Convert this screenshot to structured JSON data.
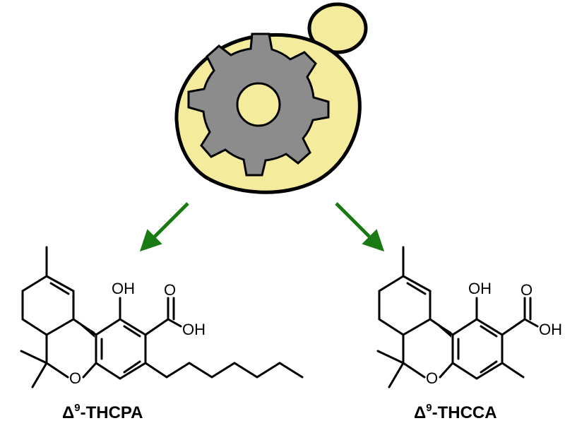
{
  "figure": {
    "cell_icon": "yeast-cell-with-gear-icon",
    "arrow_color": "#1a7a14",
    "cell_fill": "#f4ec9c",
    "gear_fill": "#8c8c8c",
    "gear_inner_fill": "#f4ec9c"
  },
  "left_molecule": {
    "oh_label": "OH",
    "acid_o_label": "O",
    "acid_oh_label": "OH",
    "ring_o_label": "O",
    "caption_symbol": "Δ",
    "caption_superscript": "9",
    "caption_text": "-THCPA"
  },
  "right_molecule": {
    "oh_label": "OH",
    "acid_o_label": "O",
    "acid_oh_label": "OH",
    "ring_o_label": "O",
    "caption_symbol": "Δ",
    "caption_superscript": "9",
    "caption_text": "-THCCA"
  }
}
